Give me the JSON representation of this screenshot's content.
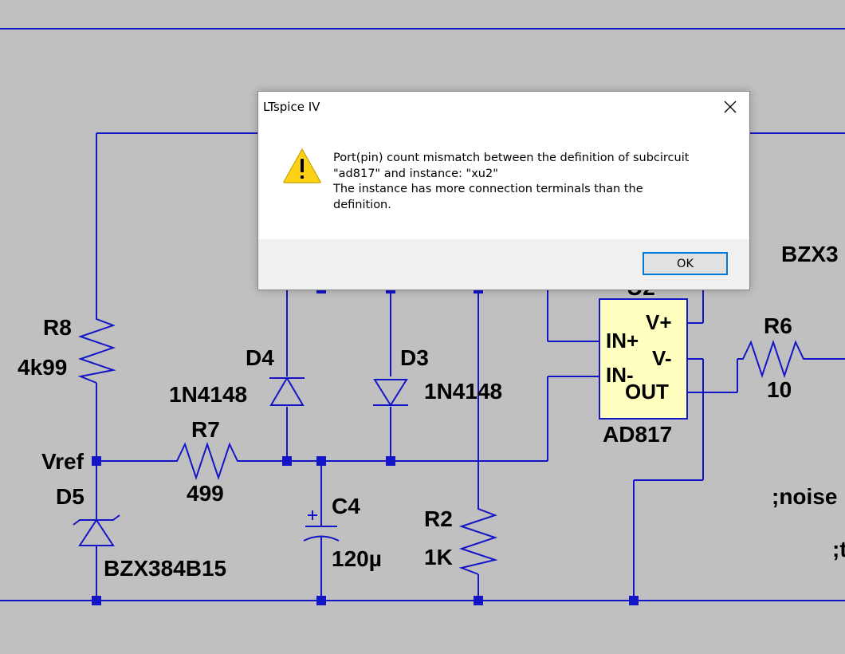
{
  "dialog": {
    "title": "LTspice IV",
    "icon": "warning-triangle-icon",
    "message_lines": [
      "Port(pin) count mismatch between the definition of subcircuit",
      "\"ad817\" and instance: \"xu2\"",
      "The instance has more connection terminals than the",
      "definition."
    ],
    "ok_label": "OK"
  },
  "schematic": {
    "wire_color": "#1515c8",
    "labels": {
      "r8_name": "R8",
      "r8_value": "4k99",
      "r7_name": "R7",
      "r7_value": "499",
      "r6_name": "R6",
      "r6_value": "10",
      "r2_name": "R2",
      "r2_value": "1K",
      "d4_name": "D4",
      "d4_value": "1N4148",
      "d3_name": "D3",
      "d3_value": "1N4148",
      "d5_name": "D5",
      "d5_value": "BZX384B15",
      "c4_name": "C4",
      "c4_value": "120µ",
      "vref": "Vref",
      "u2_value": "AD817",
      "u2_name_partial": "U2",
      "right_zener_partial": "BZX3",
      "right_text_1": ";noise",
      "right_text_2": ";t"
    },
    "opamp_pins": {
      "vplus": "V+",
      "inplus": "IN+",
      "vminus": "V-",
      "inminus": "IN-",
      "out": "OUT"
    }
  }
}
